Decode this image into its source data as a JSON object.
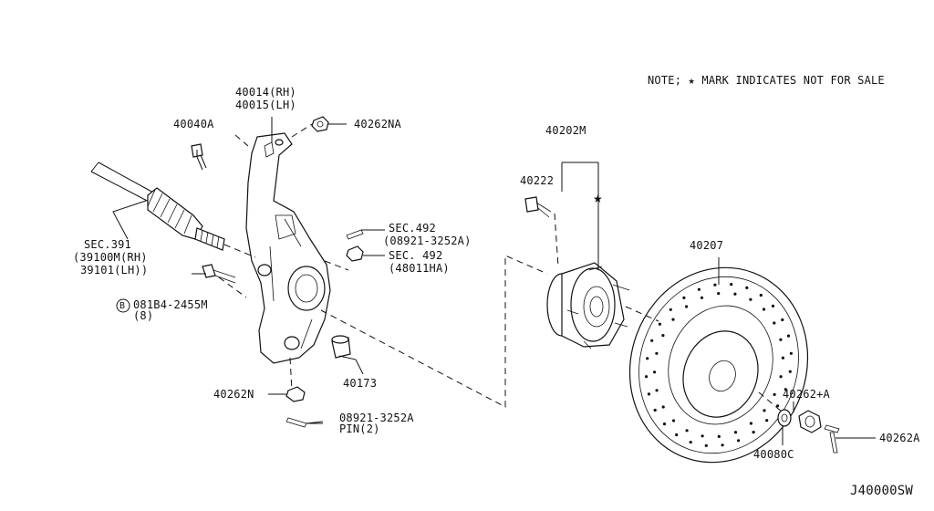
{
  "note": "NOTE; ★ MARK INDICATES NOT FOR SALE",
  "diagram_id": "J40000SW",
  "labels": {
    "knuckle_rh": "40014(RH)",
    "knuckle_lh": "40015(LH)",
    "bolt_40040a": "40040A",
    "nut_40262na": "40262NA",
    "sec391": "SEC.391",
    "shaft_rh": "(39100M(RH)",
    "shaft_lh": "39101(LH))",
    "bolt_b": "081B4-2455M",
    "bolt_b_qty": "(8)",
    "b_circle": "B",
    "sec492_a": "SEC.492",
    "sec492_a_sub": "(08921-3252A)",
    "sec492_b": "SEC. 492",
    "sec492_b_sub": "(48011HA)",
    "hub_40202m": "40202M",
    "bolt_40222": "40222",
    "rotor_40207": "40207",
    "bushing_40173": "40173",
    "nut_40262n": "40262N",
    "pin_code": "08921-3252A",
    "pin_name": "PIN(2)",
    "nut_40262plus": "40262+A",
    "washer_40080c": "40080C",
    "pin_40262a": "40262A",
    "star": "★"
  }
}
